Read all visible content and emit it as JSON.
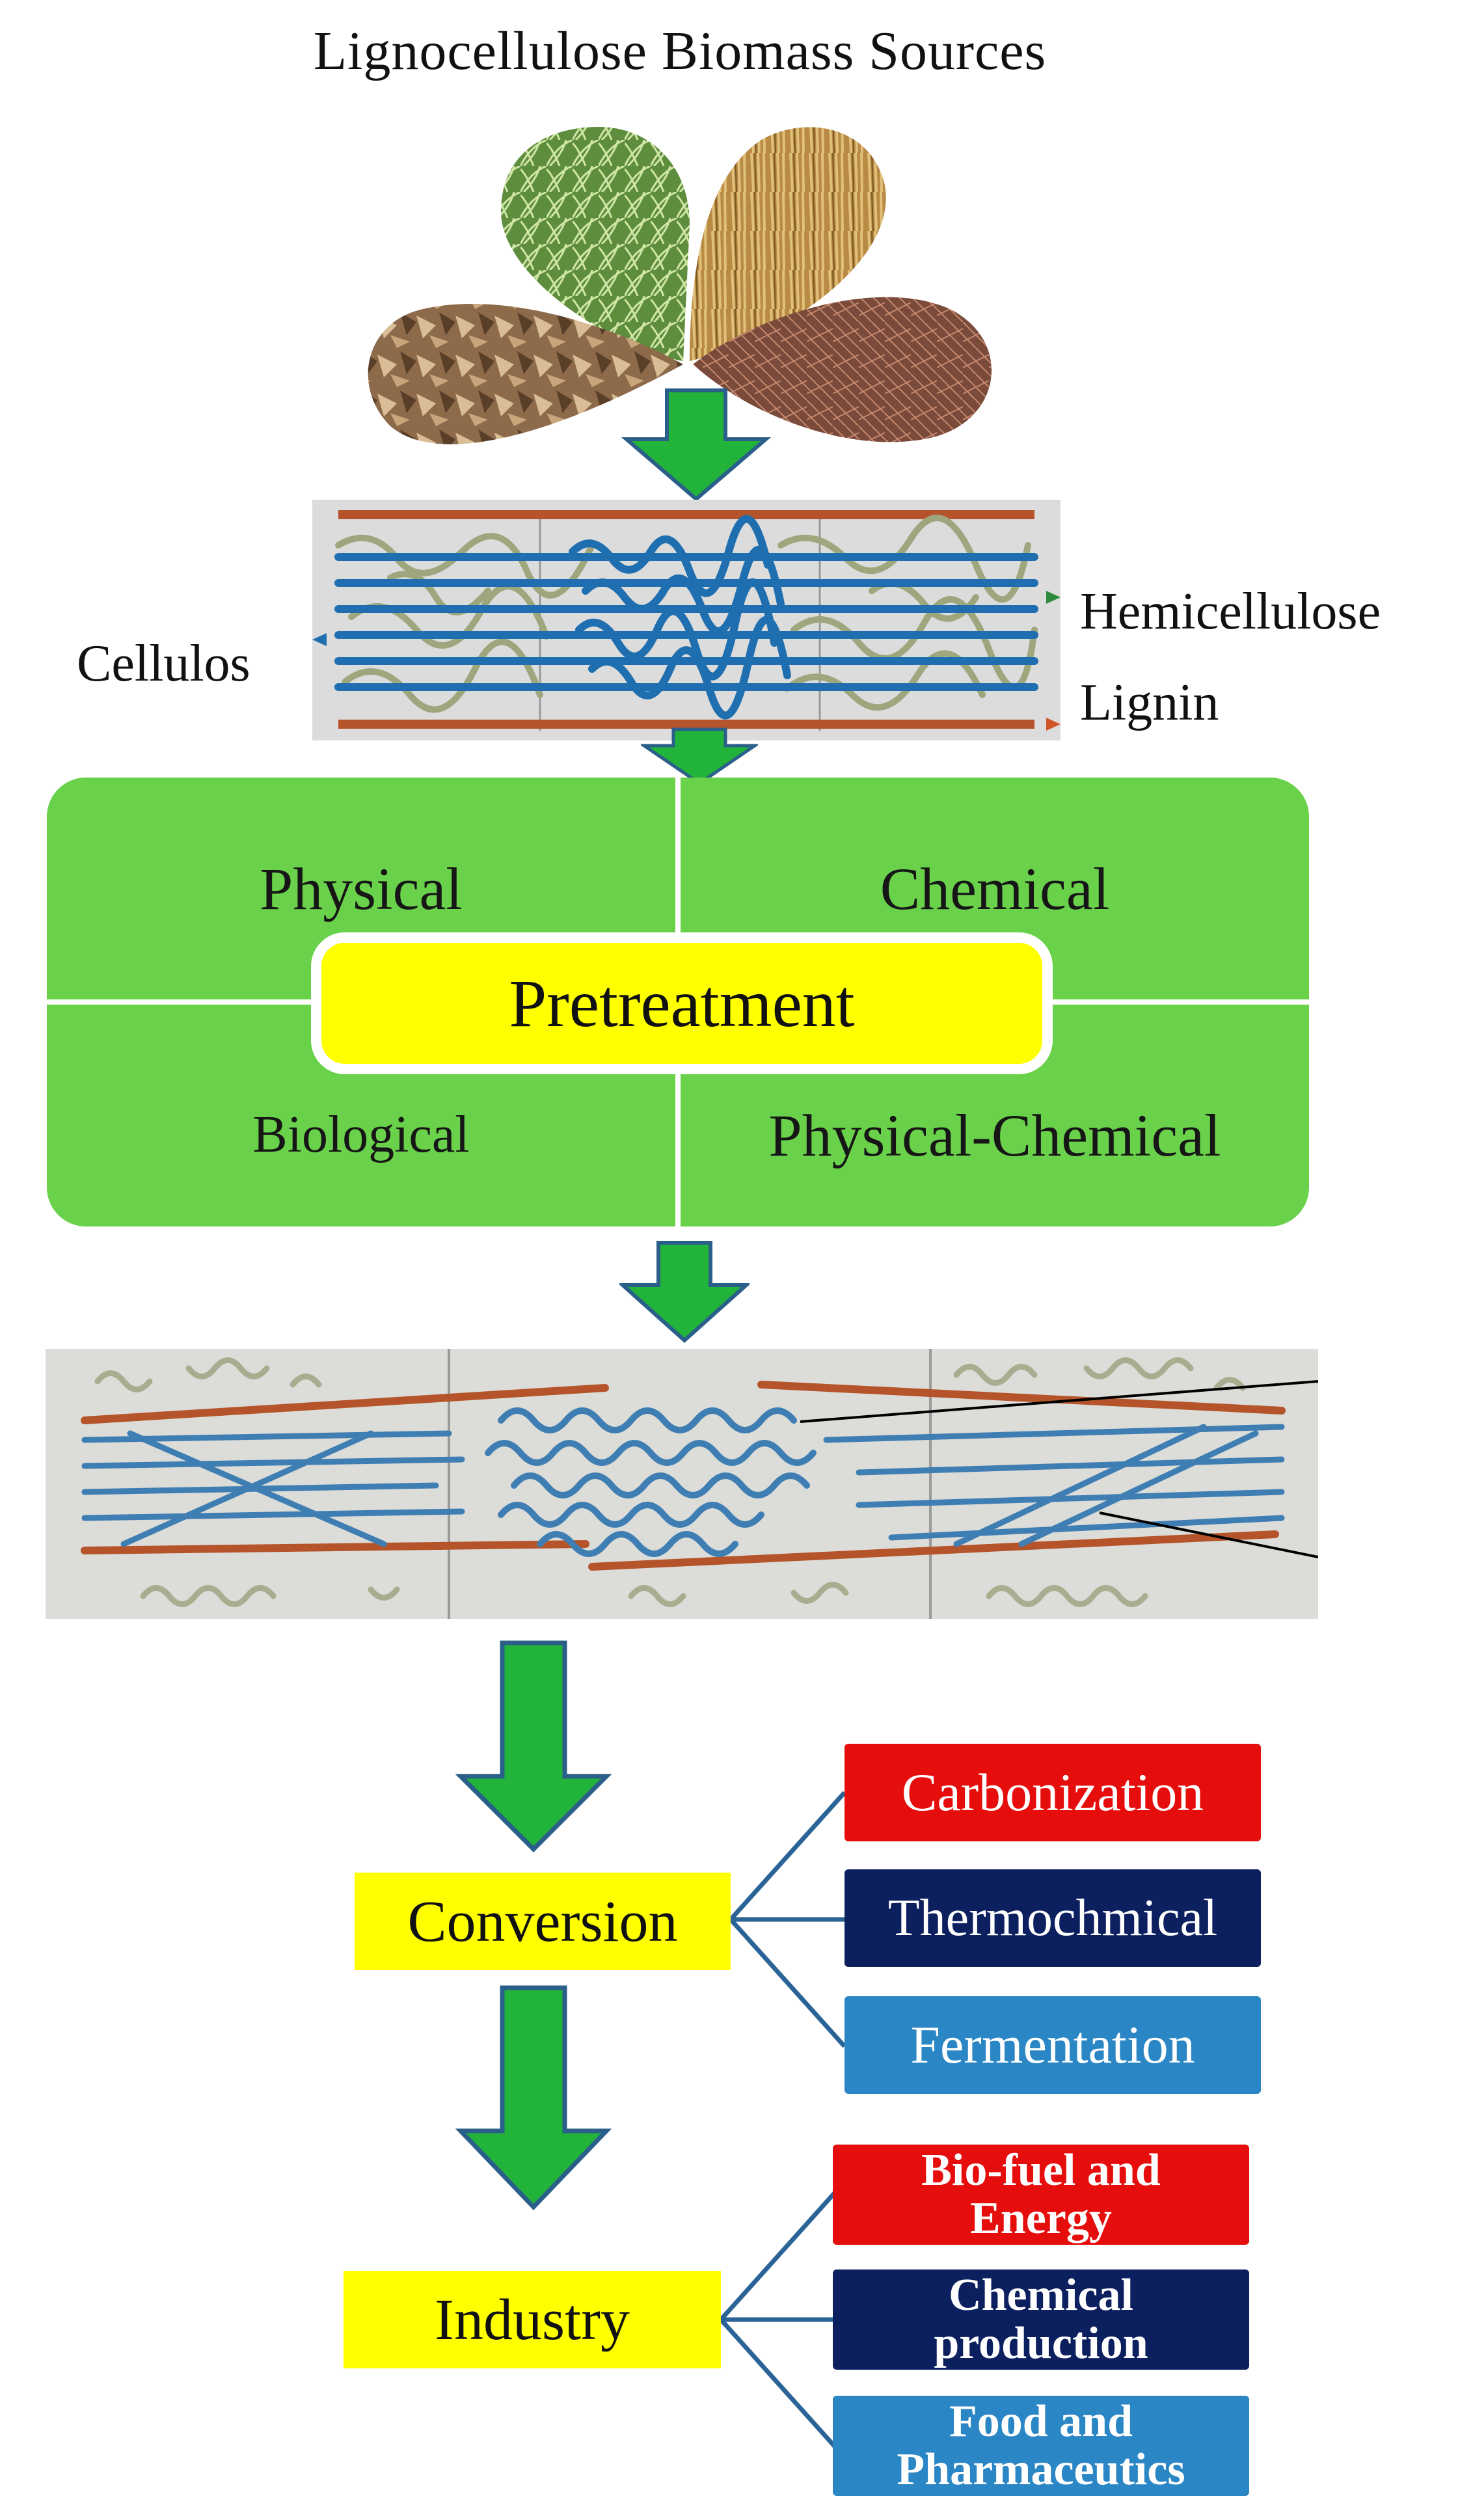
{
  "title": "Lignocellulose Biomass Sources",
  "structure_labels": {
    "cellulose": "Cellulos",
    "hemicellulose": "Hemicellulose",
    "lignin": "Lignin"
  },
  "pretreatment": {
    "center": "Pretreatment",
    "quadrants": [
      "Physical",
      "Chemical",
      "Biological",
      "Physical-Chemical"
    ]
  },
  "conversion": {
    "label": "Conversion",
    "methods": [
      "Carbonization",
      "Thermochmical",
      "Fermentation"
    ]
  },
  "industry": {
    "label": "Industry",
    "products": [
      {
        "line1": "Bio-fuel and",
        "line2": "Energy"
      },
      {
        "line1": "Chemical",
        "line2": "production"
      },
      {
        "line1": "Food and",
        "line2": "Pharmaceutics"
      }
    ]
  },
  "colors": {
    "arrow_green": "#22b43a",
    "arrow_outline": "#2a5f8a",
    "panel_green": "#6ad14b",
    "yellow": "#ffff00",
    "red": "#e60d0d",
    "navy": "#0c1f5f",
    "blue": "#2b86c5",
    "cellulose_blue": "#1f6fb0",
    "lignin_brown": "#b5542a"
  }
}
